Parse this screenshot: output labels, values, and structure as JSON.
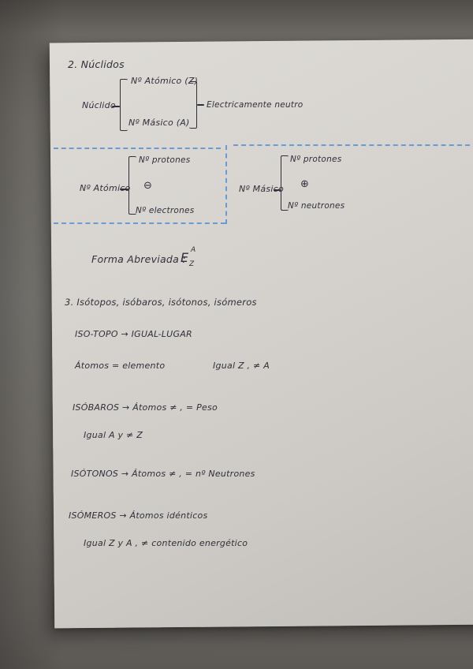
{
  "notes": {
    "section2": {
      "heading": "2. Núclidos",
      "nuclido_label": "Núclido",
      "branch_atomico": "Nº Atómico (Z)",
      "branch_masico": "Nº Másico (A)",
      "annotation": "Electricamente neutro",
      "atomico_label": "Nº Atómico",
      "atomico_items": [
        "Nº protones",
        "⊖",
        "Nº electrones"
      ],
      "masico_label": "Nº Másico",
      "masico_items": [
        "Nº protones",
        "⊕",
        "Nº neutrones"
      ],
      "forma_label": "Forma Abreviada :",
      "forma_element": "E",
      "forma_sup": "A",
      "forma_sub": "Z"
    },
    "section3": {
      "heading": "3. Isótopos, isóbaros, isótonos, isómeros",
      "line_isotopo": "ISO-TOPO → IGUAL-LUGAR",
      "line_atomos": "Átomos = elemento",
      "line_igualz": "Igual Z , ≠ A",
      "line_isobaros": "ISÓBAROS → Átomos ≠ , = Peso",
      "line_isobaros2": "Igual A  y  ≠ Z",
      "line_isotonos": "ISÓTONOS → Átomos ≠ , = nº Neutrones",
      "line_isomeros": "ISÓMEROS → Átomos idénticos",
      "line_isomeros2": "Igual Z y A   , ≠ contenido energético"
    },
    "colors": {
      "ink": "#2f2f3b",
      "dashed_line": "#4d8ed2",
      "paper": "#d7d4d0",
      "background": "#7b7873"
    }
  }
}
